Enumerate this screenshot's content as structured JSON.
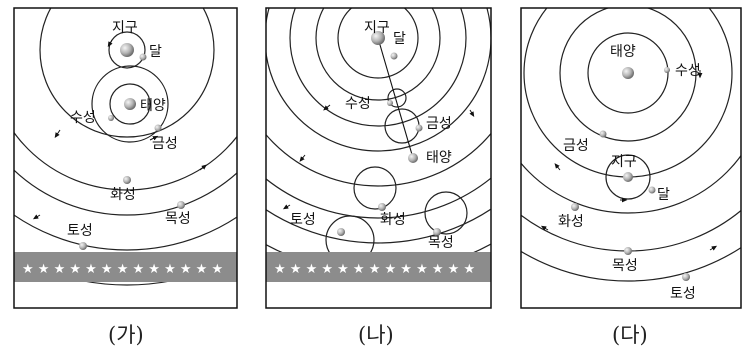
{
  "panels": [
    {
      "caption": "(가)",
      "labels": {
        "earth": "지구",
        "moon": "달",
        "mercury": "수성",
        "sun": "태양",
        "venus": "금성",
        "mars": "화성",
        "jupiter": "목성",
        "saturn": "토성"
      }
    },
    {
      "caption": "(나)",
      "labels": {
        "earth": "지구",
        "moon": "달",
        "mercury": "수성",
        "venus": "금성",
        "sun": "태양",
        "mars": "화성",
        "saturn": "토성",
        "jupiter": "목성"
      }
    },
    {
      "caption": "(다)",
      "labels": {
        "sun": "태양",
        "mercury": "수성",
        "venus": "금성",
        "earth": "지구",
        "moon": "달",
        "mars": "화성",
        "jupiter": "목성",
        "saturn": "토성"
      }
    }
  ],
  "colors": {
    "ink": "#111111",
    "star_band": "#8c8c8c",
    "body_fill": "#a8a8a8"
  }
}
